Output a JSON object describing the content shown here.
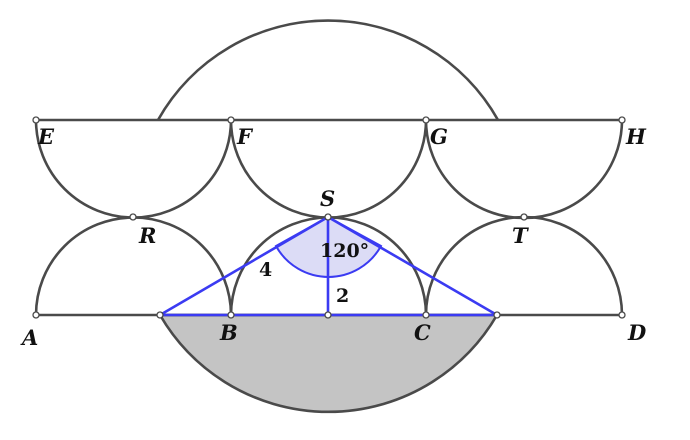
{
  "points": {
    "A": "A",
    "B": "B",
    "C": "C",
    "D": "D",
    "E": "E",
    "F": "F",
    "G": "G",
    "H": "H",
    "R": "R",
    "S": "S",
    "T": "T"
  },
  "measures": {
    "slant_length": "4",
    "height": "2",
    "apex_angle": "120°"
  },
  "colors": {
    "arc_stroke": "#4a4a4a",
    "triangle_blue": "#3b3bf2",
    "shaded_segment": "#c4c4c4",
    "angle_fill": "#dcdcf6"
  }
}
